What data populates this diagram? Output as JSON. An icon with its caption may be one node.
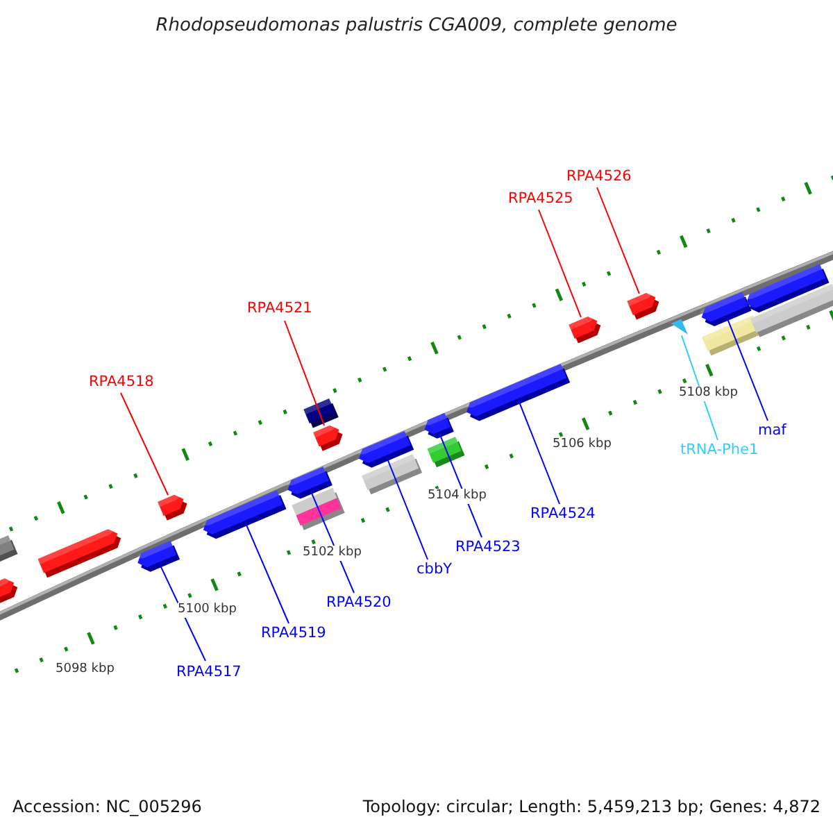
{
  "diagram": {
    "title": "Rhodopseudomonas palustris CGA009, complete genome",
    "nodes": [
      {
        "text": [
          "RPA4518"
        ]
      },
      {
        "text": [
          "RPA4521"
        ]
      },
      {
        "text": [
          "RPA4525"
        ]
      },
      {
        "text": [
          "RPA4526"
        ]
      },
      {
        "text": [
          "RPA4517"
        ]
      },
      {
        "text": [
          "RPA4519"
        ]
      },
      {
        "text": [
          "RPA4520"
        ]
      },
      {
        "text": [
          "cbbY"
        ]
      },
      {
        "text": [
          "RPA4523"
        ]
      },
      {
        "text": [
          "RPA4524"
        ]
      },
      {
        "text": [
          "tRNA-Phe1"
        ]
      },
      {
        "text": [
          "maf"
        ]
      },
      {
        "text": [],
        "shape": "bar"
      },
      {
        "text": [],
        "shape": "bar"
      },
      {
        "text": [],
        "shape": "bar"
      },
      {
        "text": [],
        "shape": "bar"
      },
      {
        "text": [],
        "shape": "bar"
      },
      {
        "text": [],
        "shape": "bar"
      },
      {
        "text": [],
        "shape": "bar"
      },
      {
        "text": [],
        "shape": "bar"
      },
      {
        "text": [],
        "shape": "bar"
      },
      {
        "text": [],
        "shape": "bar"
      },
      {
        "text": [],
        "shape": "bar"
      },
      {
        "text": [],
        "shape": "bar"
      },
      {
        "text": [],
        "shape": "bar"
      },
      {
        "text": [],
        "shape": "bar"
      },
      {
        "text": [],
        "shape": "bar"
      },
      {
        "text": [],
        "shape": "bar"
      },
      {
        "text": [],
        "shape": "bar"
      },
      {
        "text": [],
        "shape": "triangle"
      },
      {
        "text": [],
        "shape": "bar"
      },
      {
        "text": [],
        "shape": "bar"
      },
      {
        "text": [],
        "shape": "bar"
      },
      {
        "text": [],
        "shape": "bar"
      }
    ],
    "edges": [
      {
        "from": 0,
        "to": 16,
        "arrow": "none",
        "color": "#ff0000"
      },
      {
        "from": 1,
        "to": 21,
        "arrow": "none",
        "color": "#ff0000"
      },
      {
        "from": 2,
        "to": 27,
        "arrow": "none",
        "color": "#ff0000"
      },
      {
        "from": 3,
        "to": 28,
        "arrow": "none",
        "color": "#ff0000"
      },
      {
        "from": 4,
        "to": 15,
        "arrow": "none"
      },
      {
        "from": 5,
        "to": 17,
        "arrow": "none"
      },
      {
        "from": 6,
        "to": 18,
        "arrow": "none"
      },
      {
        "from": 7,
        "to": 22,
        "arrow": "none"
      },
      {
        "from": 8,
        "to": 24,
        "arrow": "none"
      },
      {
        "from": 9,
        "to": 26,
        "arrow": "none"
      },
      {
        "from": 10,
        "to": 29,
        "arrow": "none",
        "color": "#33ccff"
      },
      {
        "from": 11,
        "to": 30,
        "arrow": "none"
      }
    ],
    "labels": [
      "5098 kbp",
      "5100 kbp",
      "5102 kbp",
      "5104 kbp",
      "5106 kbp",
      "5108 kbp",
      "Accession: NC_005296",
      "Topology: circular; Length: 5,459,213 bp; Genes: 4,872"
    ]
  }
}
